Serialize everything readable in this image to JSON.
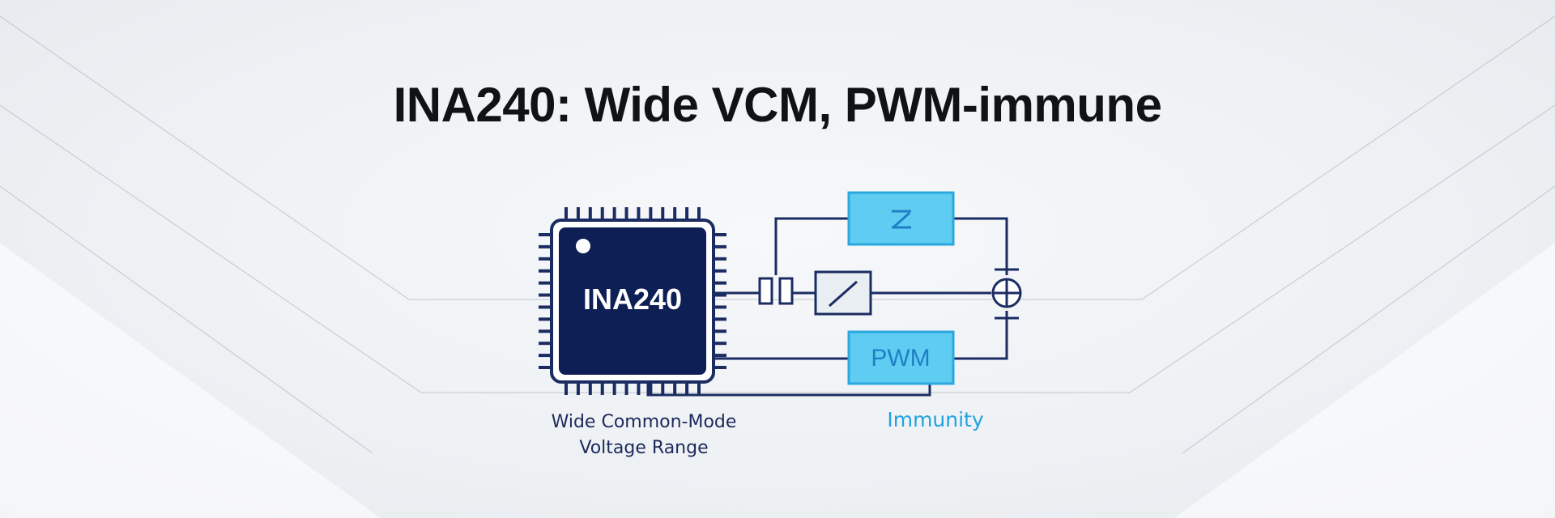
{
  "title": "INA240: Wide VCM, PWM-immune",
  "chip": {
    "label": "INA240"
  },
  "pwm_block": {
    "label": "PWM"
  },
  "captions": {
    "left_line1": "Wide Common-Mode",
    "left_line2": "Voltage Range",
    "right": "Immunity"
  },
  "colors": {
    "chip_fill": "#0d1f55",
    "block_fill": "#5fcdf2",
    "block_stroke": "#2ba7e0",
    "wire": "#1b2c63",
    "accent_text": "#1fa3df"
  },
  "icons": [
    "ic-chip-icon",
    "shunt-resistor-icon",
    "switch-icon",
    "ground-symbol-icon",
    "pwm-block",
    "filter-block"
  ]
}
